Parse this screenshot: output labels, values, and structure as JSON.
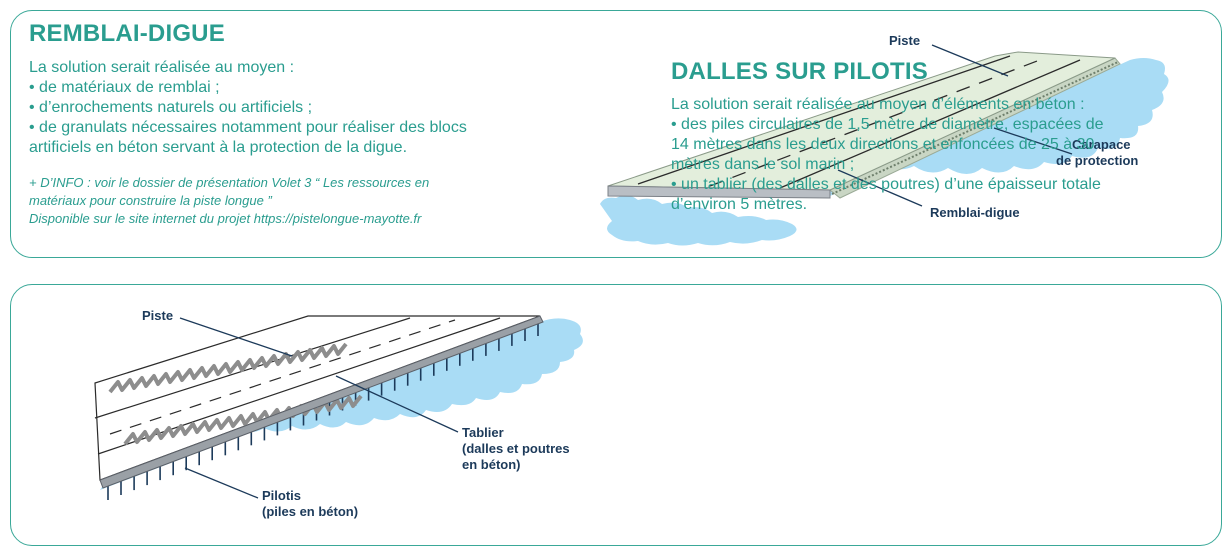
{
  "colors": {
    "accent": "#2a9d8f",
    "border": "#3aa898",
    "water": "#a9dcf5",
    "land": "#e3eedc",
    "label": "#1c3a5a",
    "pillar": "#1c3a5a"
  },
  "remblai": {
    "title": "REMBLAI-DIGUE",
    "intro": "La solution serait réalisée au moyen :",
    "bullets": [
      "• de matériaux de remblai ;",
      "• d’enrochements naturels ou artificiels ;",
      "• de granulats nécessaires notamment pour réaliser des blocs",
      "artificiels en béton servant à la protection de la digue."
    ],
    "info": [
      "+ D’INFO : voir le dossier de présentation Volet 3 “ Les ressources en",
      "matériaux pour construire la piste longue ”",
      "Disponible sur le site internet du projet https://pistelongue-mayotte.fr"
    ],
    "diagram": {
      "label_piste": "Piste",
      "label_carapace_1": "Carapace",
      "label_carapace_2": "de protection",
      "label_remblai": "Remblai-digue"
    }
  },
  "dalles": {
    "title": "DALLES SUR PILOTIS",
    "lines": [
      "La solution serait réalisée au moyen d’éléments en béton :",
      "• des piles circulaires de 1,5 mètre de diamètre, espacées de",
      "14 mètres dans les deux directions et enfoncées de 25 à 30",
      "mètres dans le sol marin ;",
      "• un tablier (des dalles et des poutres) d’une épaisseur totale",
      "d’environ 5 mètres."
    ],
    "diagram": {
      "label_piste": "Piste",
      "label_tablier_1": "Tablier",
      "label_tablier_2": "(dalles et poutres",
      "label_tablier_3": "en béton)",
      "label_pilotis_1": "Pilotis",
      "label_pilotis_2": "(piles en béton)"
    }
  }
}
